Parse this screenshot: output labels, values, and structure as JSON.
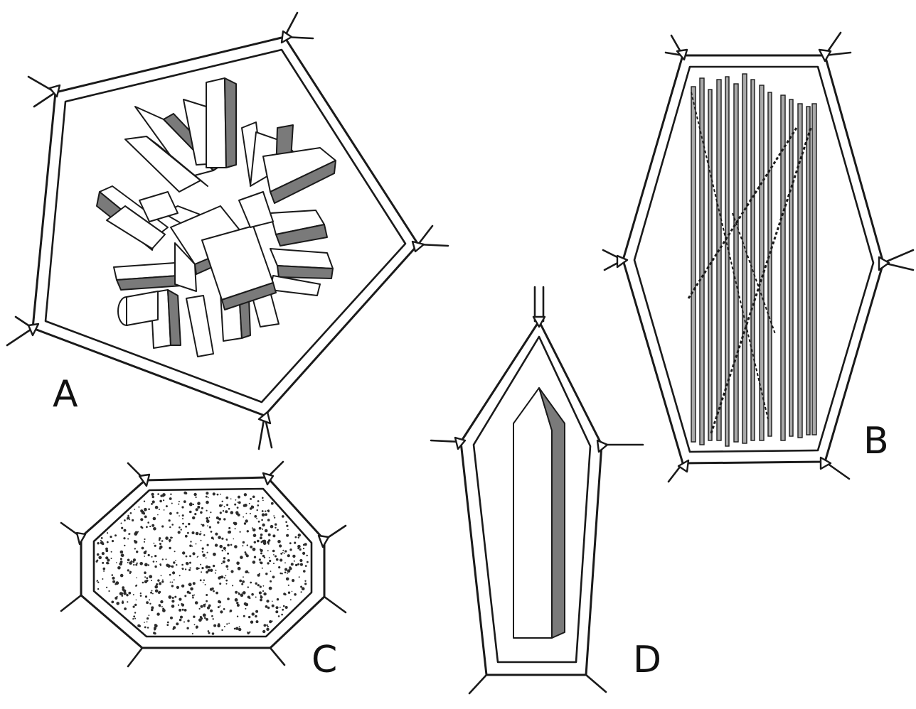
{
  "labels": {
    "a": "A",
    "b": "B",
    "c": "C",
    "d": "D"
  },
  "colors": {
    "ink": "#1a1a1a",
    "shade": "#7a7a7a",
    "needle": "#a9a9a9",
    "background": "#ffffff"
  }
}
